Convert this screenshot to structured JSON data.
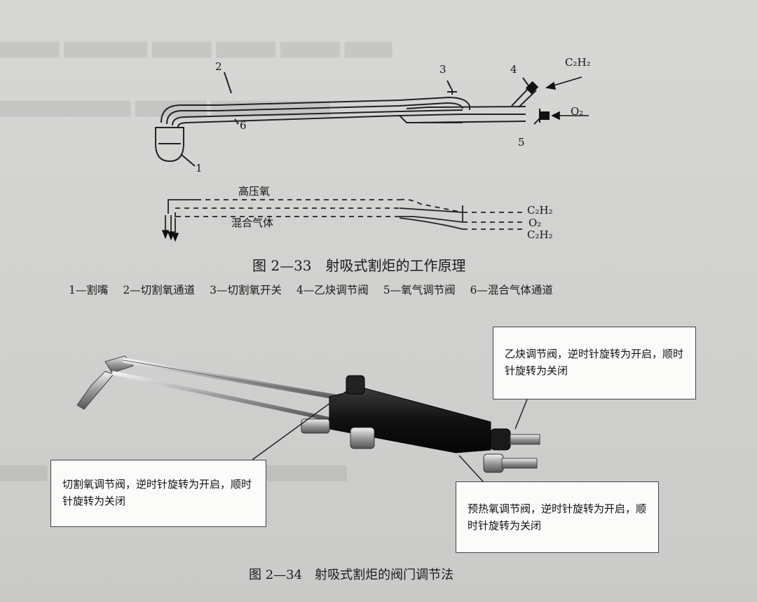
{
  "figure_33": {
    "part_numbers": [
      "1",
      "2",
      "3",
      "4",
      "5",
      "6"
    ],
    "gas_labels": {
      "c2h2_top": "C₂H₂",
      "o2_top": "O₂",
      "high_pressure_oxygen": "高压氧",
      "mixed_gas": "混合气体",
      "c2h2_a": "C₂H₂",
      "o2_mid": "O₂",
      "c2h2_b": "C₂H₂"
    },
    "caption": "图 2—33　射吸式割炬的工作原理",
    "legend": [
      "1—割嘴",
      "2—切割氧通道",
      "3—切割氧开关",
      "4—乙炔调节阀",
      "5—氧气调节阀",
      "6—混合气体通道"
    ]
  },
  "figure_34": {
    "callouts": {
      "acetylene_valve": "乙炔调节阀，逆时针旋转为开启，顺时针旋转为关闭",
      "cutting_oxygen_valve": "切割氧调节阀，逆时针旋转为开启，顺时针旋转为关闭",
      "preheat_oxygen_valve": "预热氧调节阀，逆时针旋转为开启，顺时针旋转为关闭"
    },
    "caption": "图 2—34　射吸式割炬的阀门调节法"
  },
  "colors": {
    "paper": "#d4d4d2",
    "ink": "#1d1d1d",
    "callout_bg": "#fbfbfa",
    "torch_body": "#1a1a1a"
  }
}
